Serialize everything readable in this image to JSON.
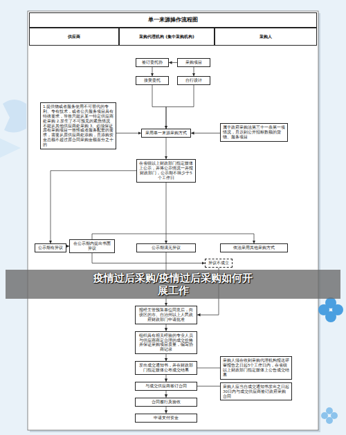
{
  "diagram": {
    "title": "单一来源操作流程图",
    "nodes": [
      {
        "text": [
          "供应商"
        ]
      },
      {
        "text": [
          "采购代理机构 (集中采购机构)"
        ]
      },
      {
        "text": [
          "采购人"
        ]
      },
      {
        "text": [
          "签订委托协"
        ]
      },
      {
        "text": [
          "采购项目"
        ]
      },
      {
        "text": [
          "接受委托"
        ]
      },
      {
        "text": [
          "自行设计"
        ]
      },
      {
        "text": [
          "1.提供物或者服务使用不可替代的专利、专有技术，或者公共服务项目具有特殊要求，导致只能从某一特定供应商处采购 2.发生了不可预见的紧急情况不能从其他供应商处采购 3、必须保证原有采购项目一致性或者服务配套的要求，需要从原供应商处添购，且添购资金总额不超过原合同采购金额百分之十的"
        ]
      },
      {
        "text": [
          "采用单一来源采购方式"
        ]
      },
      {
        "text": [
          "属于政府采购法第三十一条第一项情况，且达到公开招标数额的货物、服务项目"
        ]
      },
      {
        "text": [
          "在省级以上财政部门指定媒体上公示，并将公示情况一并报财政部门，公示期不得少于5个工作日"
        ]
      },
      {
        "text": [
          "公示期有异议"
        ]
      },
      {
        "text": [
          "在公示期内提出书面异议"
        ]
      },
      {
        "text": [
          "公示期满无异议"
        ]
      },
      {
        "text": [
          "依法采用其他采购方式"
        ]
      },
      {
        "text": [
          "异议不成立"
        ]
      },
      {
        "text": [
          "报经主管预算单位同意后，向设区的市、自治州以上人民政府财政部门申请批准"
        ]
      },
      {
        "text": [
          "组织具有相关经验的专业人员与供应商商定合理的成交价格并保证采购项目质量，编写协商记录"
        ]
      },
      {
        "text": [
          "发出成交通知书，并在财政部门指定媒体公布成交结果"
        ]
      },
      {
        "text": [
          "采购人须在收到采购代理机构报送评审报告之日起5个工作日内，在省级以上财政部门指定媒体上公告成交结果"
        ]
      },
      {
        "text": [
          "与成交供应商签订合同"
        ]
      },
      {
        "text": [
          "采购人应当自成交通知书发出之日起30日内与成交供应商签订政府采购合同"
        ]
      },
      {
        "text": [
          "合同履行及验收"
        ]
      },
      {
        "text": [
          "申请支付资金"
        ]
      }
    ],
    "edges": [
      {
        "from": 4,
        "to": 3,
        "arrow": "to"
      },
      {
        "from": 3,
        "to": 5,
        "arrow": "to"
      },
      {
        "from": 4,
        "to": 6,
        "arrow": "to"
      },
      {
        "from": 5,
        "to": 8,
        "arrow": "to"
      },
      {
        "from": 6,
        "to": 8,
        "arrow": "to"
      },
      {
        "from": 7,
        "to": 8,
        "arrow": "to"
      },
      {
        "from": 9,
        "to": 8,
        "arrow": "to"
      },
      {
        "from": 8,
        "to": 10,
        "arrow": "to"
      },
      {
        "from": 10,
        "to": 11,
        "arrow": "to"
      },
      {
        "from": 11,
        "to": 12,
        "arrow": "to"
      },
      {
        "from": 12,
        "to": 14,
        "arrow": "to"
      },
      {
        "from": 10,
        "to": 13,
        "arrow": "to"
      },
      {
        "from": 12,
        "to": 15,
        "arrow": "to"
      },
      {
        "from": 13,
        "to": 16,
        "arrow": "to"
      },
      {
        "from": 15,
        "to": 16,
        "arrow": "to"
      },
      {
        "from": 16,
        "to": 17,
        "arrow": "to"
      },
      {
        "from": 17,
        "to": 18,
        "arrow": "to"
      },
      {
        "from": 19,
        "to": 18,
        "arrow": "none"
      },
      {
        "from": 18,
        "to": 20,
        "arrow": "to"
      },
      {
        "from": 21,
        "to": 20,
        "arrow": "none"
      },
      {
        "from": 20,
        "to": 22,
        "arrow": "to"
      },
      {
        "from": 22,
        "to": 23,
        "arrow": "to"
      }
    ],
    "labels": [
      "疫情过后采购/疫情过后采购如何开展工作"
    ]
  }
}
